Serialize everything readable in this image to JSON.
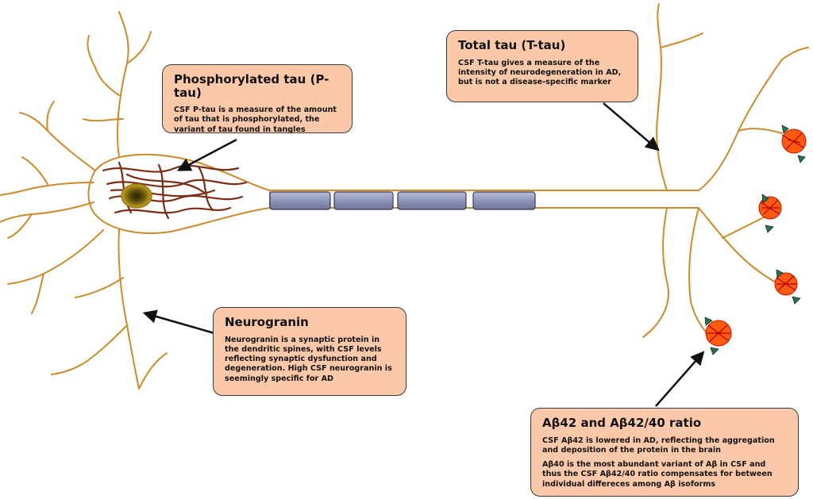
{
  "colors": {
    "neuron_outline": "#cc8a2c",
    "callout_fill": "#fbc9a9",
    "tangle": "#7a2c14",
    "myelin": "#8e95b8",
    "plaque": "#ff5a10"
  },
  "icons": [
    "neuron",
    "neurofibrillary-tangle",
    "amyloid-plaque",
    "arrow"
  ],
  "callouts": {
    "ptau": {
      "title": "Phosphorylated tau (P-tau)",
      "body": "CSF P-tau is a measure of the amount of tau that is phosphorylated, the variant of tau found in tangles"
    },
    "ttau": {
      "title": "Total tau (T-tau)",
      "body": "CSF T-tau gives a measure of the intensity of neurodegeneration in AD, but is not a disease-specific marker"
    },
    "neurogranin": {
      "title": "Neurogranin",
      "body": "Neurogranin is a synaptic protein in the dendritic spines, with CSF levels reflecting synaptic dysfunction and degeneration. High CSF neurogranin is seemingly specific for AD"
    },
    "abeta": {
      "title": "Aβ42 and Aβ42/40 ratio",
      "body1": "CSF Aβ42 is lowered in AD, reflecting the aggregation and deposition of the protein in the brain",
      "body2": "Aβ40 is the most abundant variant of Aβ in CSF and thus the CSF Aβ42/40 ratio compensates for between individual differeces among Aβ isoforms"
    }
  }
}
